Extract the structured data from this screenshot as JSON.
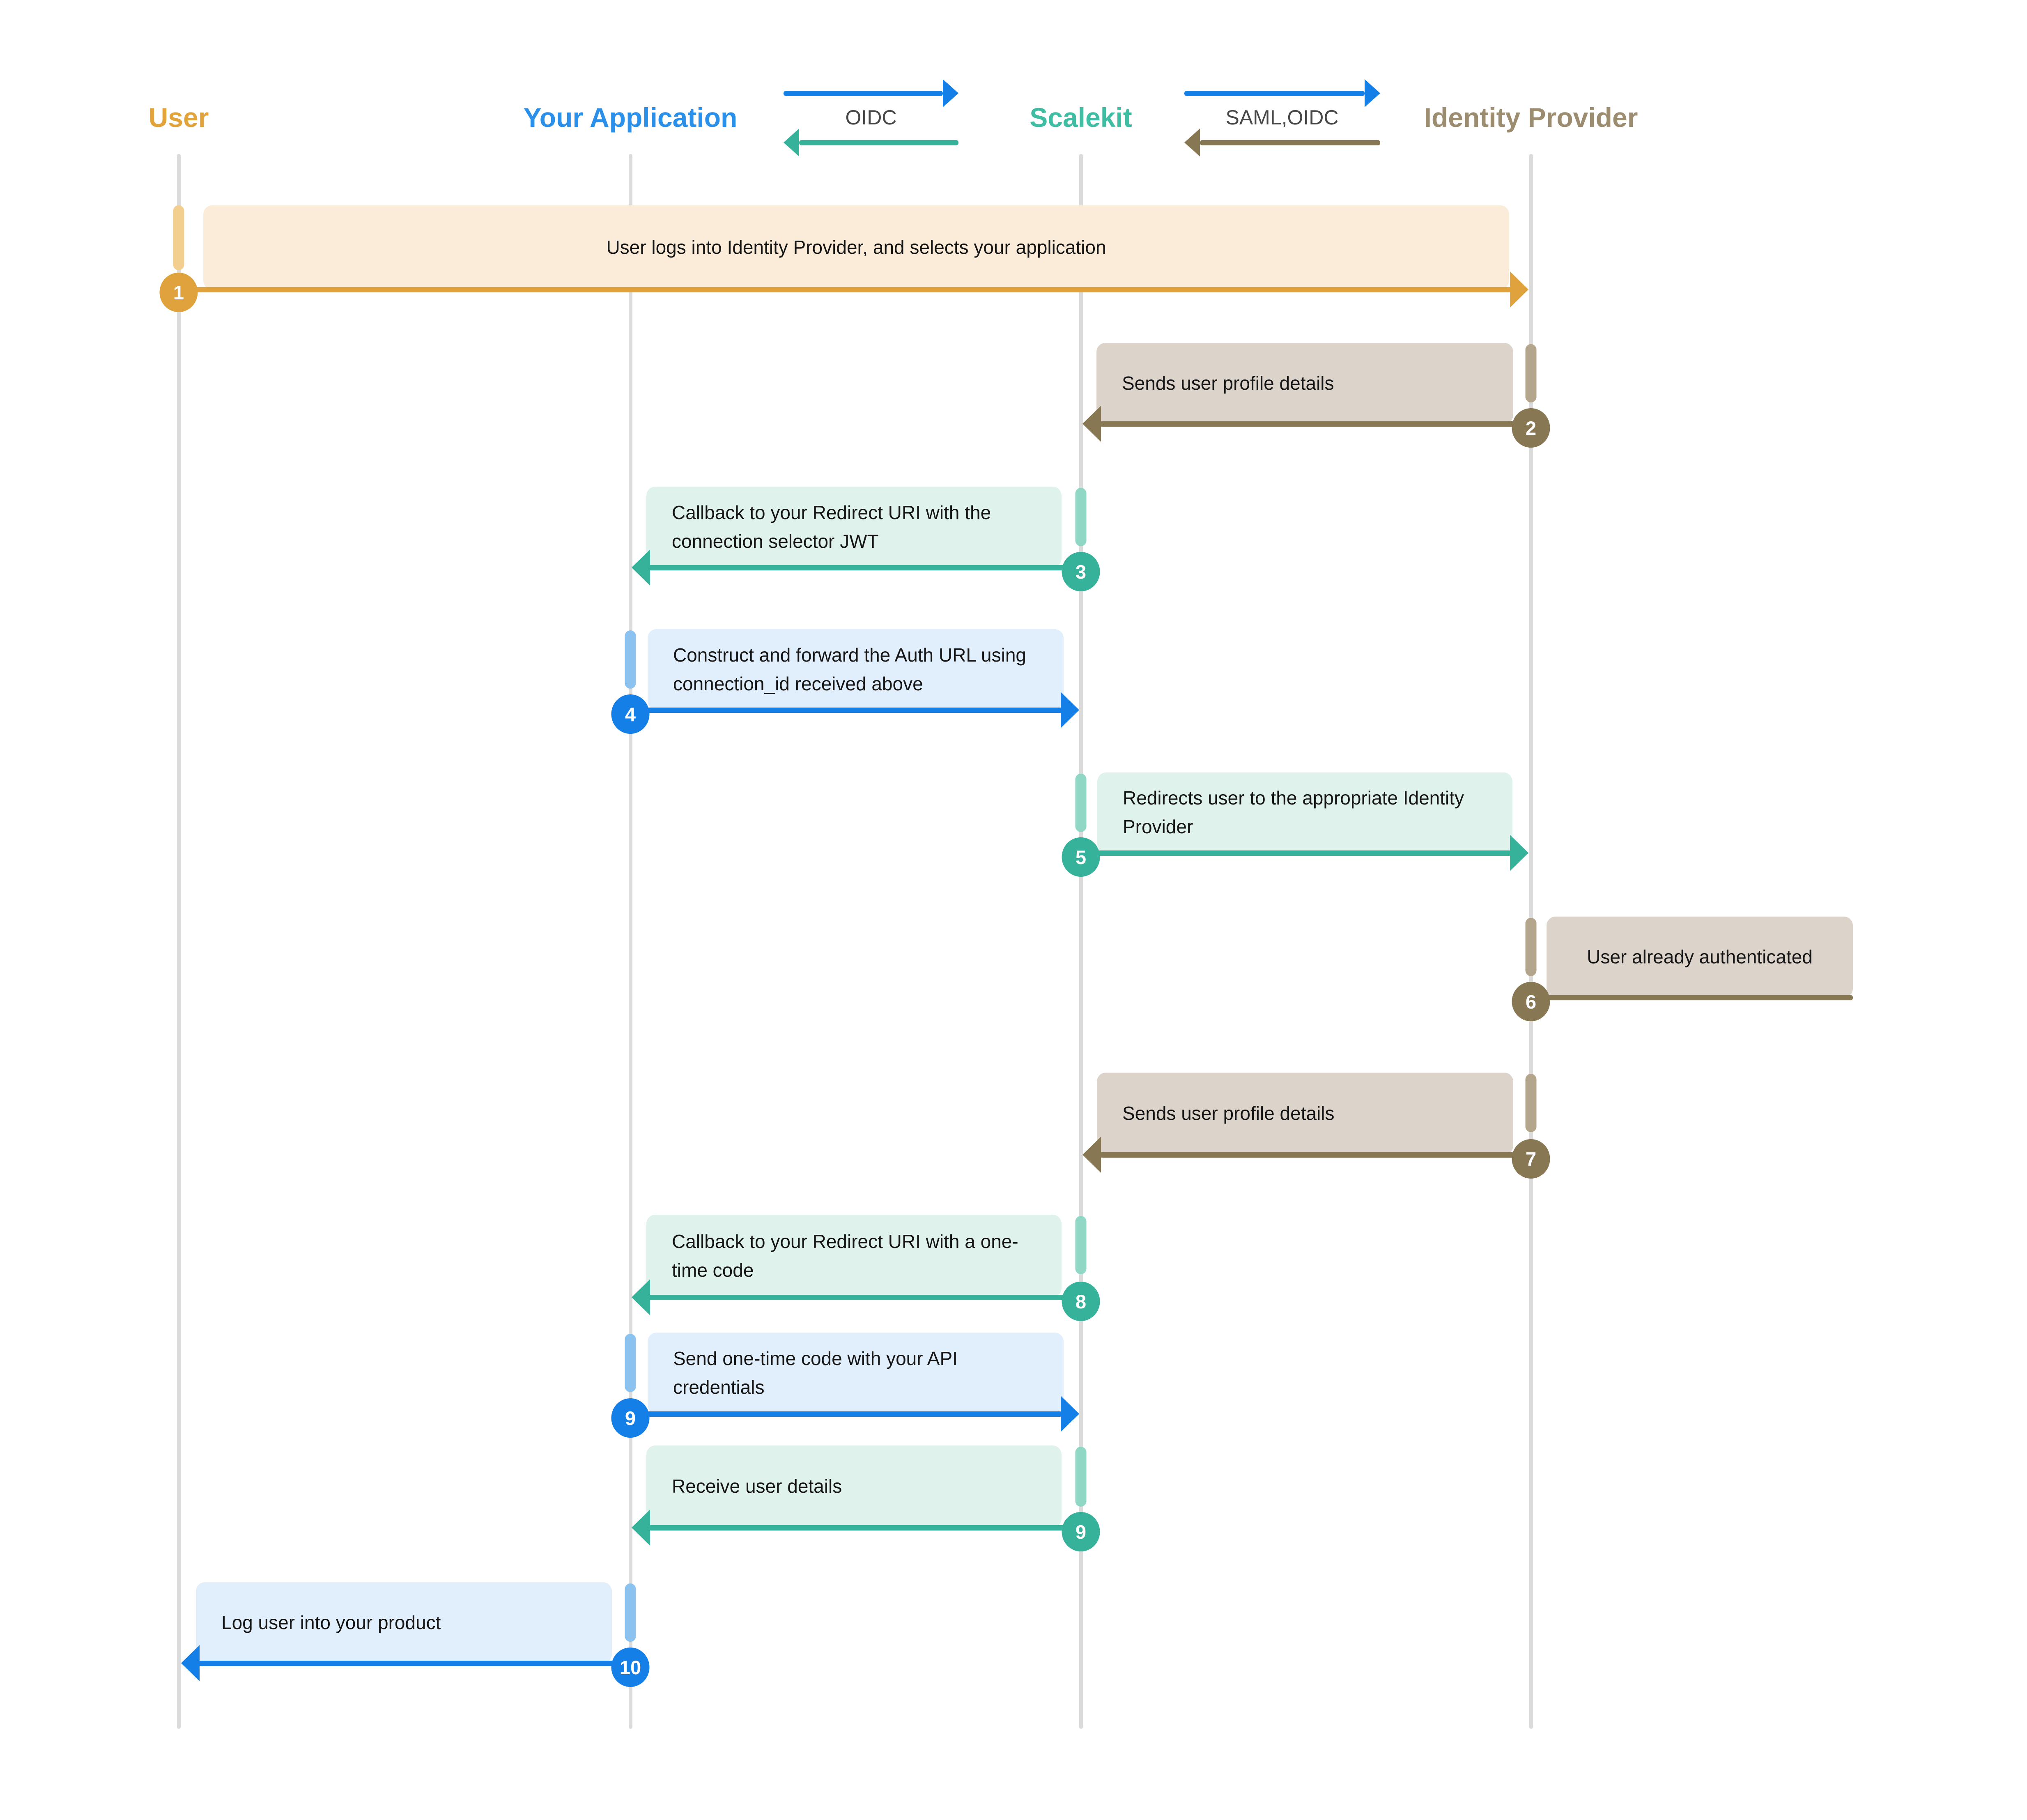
{
  "actors": [
    {
      "label": "User",
      "scheme": "gold"
    },
    {
      "label": "Your Application",
      "scheme": "blue"
    },
    {
      "label": "Scalekit",
      "scheme": "teal"
    },
    {
      "label": "Identity Provider",
      "scheme": "brown"
    }
  ],
  "legend": [
    {
      "label": "OIDC",
      "top_arrow": "blue-right",
      "bottom_arrow": "teal-left"
    },
    {
      "label": "SAML,OIDC",
      "top_arrow": "blue-right",
      "bottom_arrow": "brown-left"
    }
  ],
  "steps": [
    {
      "num": "1",
      "scheme": "gold",
      "text": "User logs into Identity Provider, and selects your application"
    },
    {
      "num": "2",
      "scheme": "brown",
      "text": "Sends user profile details"
    },
    {
      "num": "3",
      "scheme": "teal",
      "text": "Callback to your Redirect URI with the connection selector JWT"
    },
    {
      "num": "4",
      "scheme": "blue",
      "text": "Construct and forward the Auth URL using connection_id received above"
    },
    {
      "num": "5",
      "scheme": "teal",
      "text": "Redirects user to the appropriate Identity Provider"
    },
    {
      "num": "6",
      "scheme": "brown",
      "text": "User already authenticated"
    },
    {
      "num": "7",
      "scheme": "brown",
      "text": "Sends user profile details"
    },
    {
      "num": "8",
      "scheme": "teal",
      "text": "Callback to your Redirect URI with a one-time code"
    },
    {
      "num": "9",
      "scheme": "blue",
      "text": "Send one-time code with your API credentials"
    },
    {
      "num": "9",
      "scheme": "teal",
      "text": "Receive user details"
    },
    {
      "num": "10",
      "scheme": "blue",
      "text": "Log user into your product"
    }
  ],
  "colors": {
    "gold": {
      "label": "#E2A33B",
      "accent": "#DFA23C",
      "bar": "#F2CF8F",
      "box": "#FAECD9"
    },
    "blue": {
      "label": "#2B90E9",
      "accent": "#157FE8",
      "bar": "#8CC2F0",
      "box": "#E1EEFB"
    },
    "teal": {
      "label": "#3FBDA2",
      "accent": "#35B299",
      "bar": "#90D8C5",
      "box": "#DFF2EB"
    },
    "brown": {
      "label": "#9C8C70",
      "accent": "#877753",
      "bar": "#B3A68C",
      "box": "#DCD4CB"
    },
    "legend_text": "#474747",
    "lifeline": "#DBDBDB",
    "background": "#FFFFFF",
    "box_text": "#151515"
  }
}
